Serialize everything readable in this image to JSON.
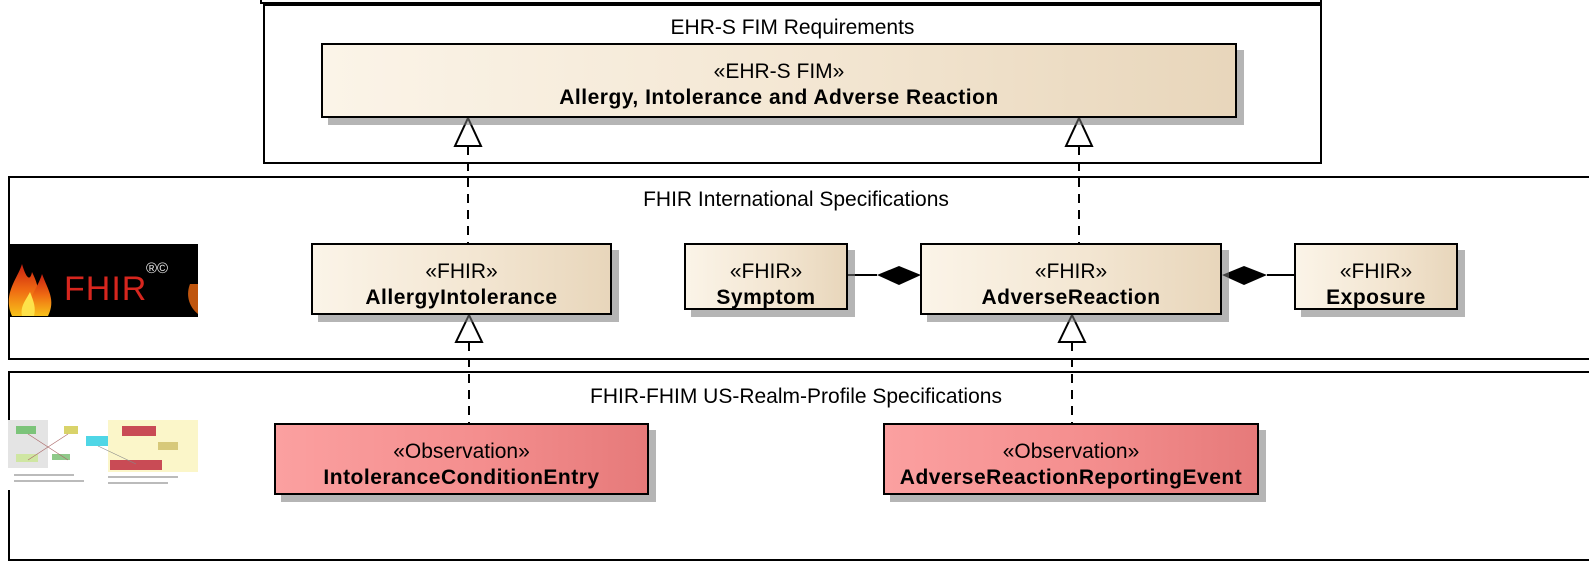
{
  "packages": {
    "ehr": {
      "title": "EHR-S FIM Requirements"
    },
    "fhir_intl": {
      "title": "FHIR International Specifications"
    },
    "us_realm": {
      "title": "FHIR-FHIM  US-Realm-Profile  Specifications"
    }
  },
  "classes": {
    "ehr_allergy": {
      "stereotype": "«EHR-S FIM»",
      "name": "Allergy, Intolerance and Adverse Reaction"
    },
    "allergy_intolerance": {
      "stereotype": "«FHIR»",
      "name": "AllergyIntolerance"
    },
    "symptom": {
      "stereotype": "«FHIR»",
      "name": "Symptom"
    },
    "adverse_reaction": {
      "stereotype": "«FHIR»",
      "name": "AdverseReaction"
    },
    "exposure": {
      "stereotype": "«FHIR»",
      "name": "Exposure"
    },
    "intolerance_condition_entry": {
      "stereotype": "«Observation»",
      "name": "IntoleranceConditionEntry"
    },
    "adverse_reaction_reporting_event": {
      "stereotype": "«Observation»",
      "name": "AdverseReactionReportingEvent"
    }
  },
  "fhir_logo": {
    "text": "FHIR",
    "mark": "®©"
  },
  "colors": {
    "fhir_class_fill": "#f3e6d2",
    "observation_class_fill": "#f48e8e",
    "logo_background": "#000000",
    "logo_text": "#d7261e"
  }
}
